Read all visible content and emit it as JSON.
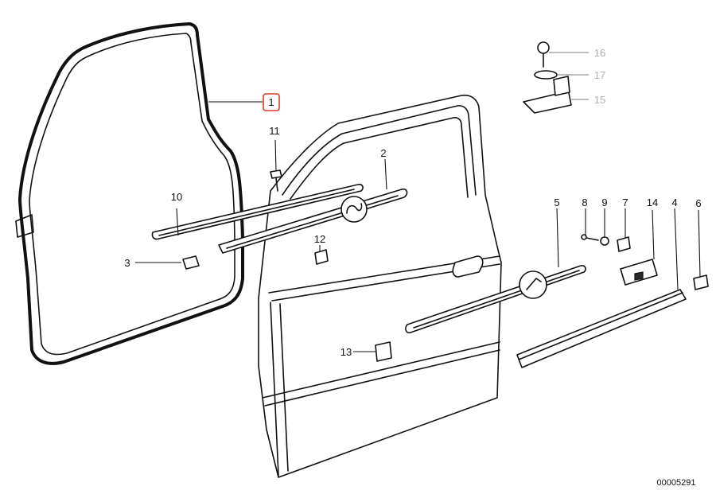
{
  "callouts": {
    "c1": "1",
    "c2": "2",
    "c3": "3",
    "c4": "4",
    "c5": "5",
    "c6": "6",
    "c7": "7",
    "c8": "8",
    "c9": "9",
    "c10": "10",
    "c11": "11",
    "c12": "12",
    "c13": "13",
    "c14": "14",
    "c15": "15",
    "c16": "16",
    "c17": "17"
  },
  "document_number": "00005291",
  "colors": {
    "highlight": "#e03a2a",
    "inactive_callout": "#b0b0b0"
  }
}
